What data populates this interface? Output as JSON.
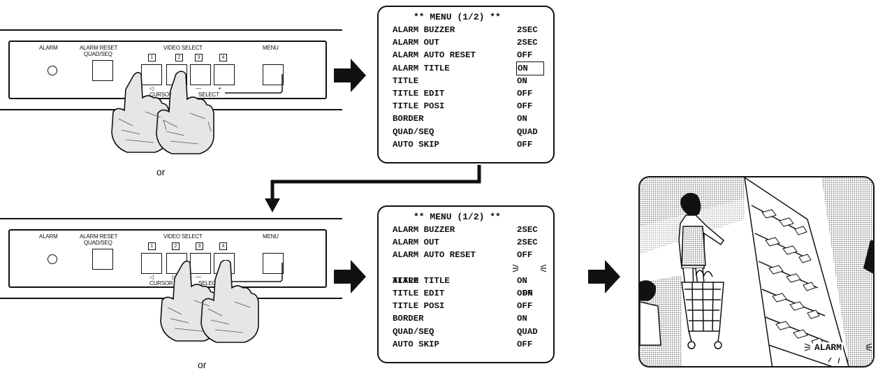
{
  "panel": {
    "alarm_label": "ALARM",
    "alarm_reset_label": "ALARM RESET",
    "quad_seq_label": "QUAD/SEQ",
    "video_select_label": "VIDEO SELECT",
    "menu_label": "MENU",
    "numbers": [
      "1",
      "2",
      "3",
      "4"
    ],
    "cursor_label": "CURSOR",
    "select_label": "SELECT",
    "cursor_left": "◁",
    "cursor_right": "▷",
    "minus": "—",
    "plus": "+",
    "or_label": "or"
  },
  "menu": {
    "title": "** MENU (1/2) **",
    "rows": [
      {
        "key": "ALARM BUZZER",
        "value": "2SEC"
      },
      {
        "key": "ALARM OUT",
        "value": "2SEC"
      },
      {
        "key": "ALARM AUTO RESET",
        "value": "OFF"
      },
      {
        "key": "ALARM TITLE",
        "value": "ON"
      },
      {
        "key": "TITLE",
        "value": "ON"
      },
      {
        "key": "TITLE EDIT",
        "value": "OFF"
      },
      {
        "key": "TITLE POSI",
        "value": "OFF"
      },
      {
        "key": "BORDER",
        "value": "ON"
      },
      {
        "key": "QUAD/SEQ",
        "value": "QUAD"
      },
      {
        "key": "AUTO SKIP",
        "value": "OFF"
      }
    ]
  },
  "scene": {
    "alarm_text": "ALARM"
  },
  "colors": {
    "ink": "#111111",
    "paper": "#ffffff",
    "screen_tone": "#c8c8c8"
  }
}
